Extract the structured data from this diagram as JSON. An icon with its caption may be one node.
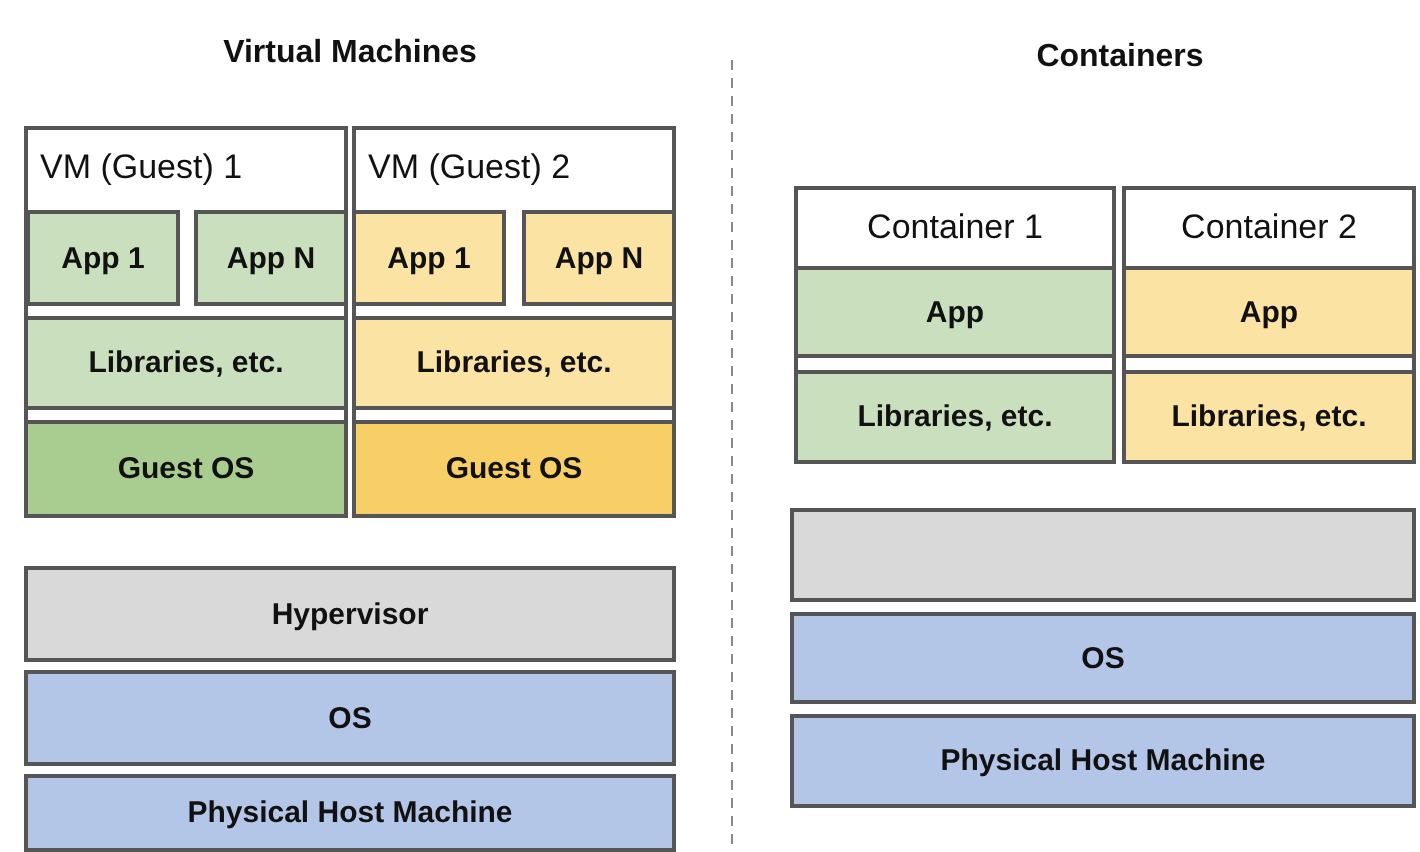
{
  "diagram": {
    "nodes": [
      {
        "text": [
          "VM (Guest) 1"
        ]
      },
      {
        "text": [
          "App 1"
        ],
        "in": 0
      },
      {
        "text": [
          "App N"
        ],
        "in": 0
      },
      {
        "text": [
          "Libraries, etc."
        ],
        "in": 0
      },
      {
        "text": [
          "Guest OS"
        ],
        "in": 0
      },
      {
        "text": [
          "VM (Guest) 2"
        ]
      },
      {
        "text": [
          "App 1"
        ],
        "in": 5
      },
      {
        "text": [
          "App N"
        ],
        "in": 5
      },
      {
        "text": [
          "Libraries, etc."
        ],
        "in": 5
      },
      {
        "text": [
          "Guest OS"
        ],
        "in": 5
      },
      {
        "text": [
          "Hypervisor"
        ]
      },
      {
        "text": [
          "OS"
        ]
      },
      {
        "text": [
          "Physical Host Machine"
        ]
      },
      {
        "text": [
          "Container 1"
        ]
      },
      {
        "text": [
          "App"
        ],
        "in": 13
      },
      {
        "text": [
          "Libraries, etc."
        ],
        "in": 13
      },
      {
        "text": [
          "Container 2"
        ]
      },
      {
        "text": [
          "App"
        ],
        "in": 16
      },
      {
        "text": [
          "Libraries, etc."
        ],
        "in": 16
      },
      {
        "text": [],
        "shape": "box"
      },
      {
        "text": [
          "OS"
        ]
      },
      {
        "text": [
          "Physical Host Machine"
        ]
      }
    ],
    "labels": [
      "Virtual Machines",
      "Containers"
    ]
  }
}
